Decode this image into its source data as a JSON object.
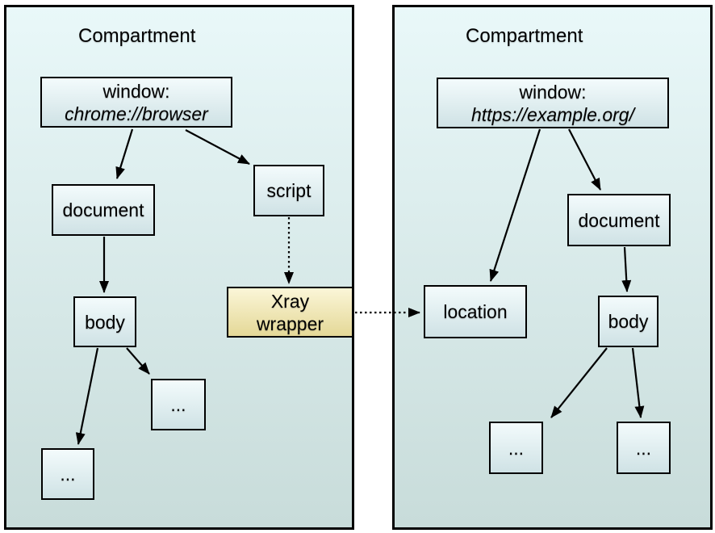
{
  "left": {
    "title": "Compartment",
    "nodes": {
      "window": {
        "name": "window:",
        "url": "chrome://browser"
      },
      "document": {
        "label": "document"
      },
      "script": {
        "label": "script"
      },
      "body": {
        "label": "body"
      },
      "child_a": {
        "label": "..."
      },
      "child_b": {
        "label": "..."
      },
      "xray": {
        "line1": "Xray",
        "line2": "wrapper"
      }
    }
  },
  "right": {
    "title": "Compartment",
    "nodes": {
      "window": {
        "name": "window:",
        "url": "https://example.org/"
      },
      "document": {
        "label": "document"
      },
      "location": {
        "label": "location"
      },
      "body": {
        "label": "body"
      },
      "child_a": {
        "label": "..."
      },
      "child_b": {
        "label": "..."
      }
    }
  },
  "colors": {
    "compartment_fill_top": "#e9f8f9",
    "compartment_fill_bottom": "#c8dcda",
    "node_fill_top": "#f3fbfc",
    "node_fill_bottom": "#cfe2e5",
    "xray_fill_top": "#fbf6d8",
    "xray_fill_bottom": "#e4d897",
    "border": "#000000",
    "page_background": "#ffffff"
  }
}
